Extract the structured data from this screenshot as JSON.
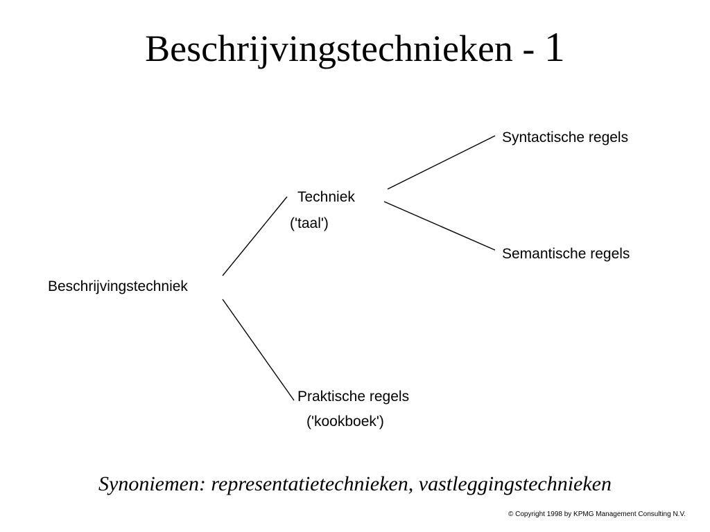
{
  "slide": {
    "title": "Beschrijvingstechnieken - ",
    "title_number": "1",
    "synonyms": "Synoniemen: representatietechnieken, vastleggingstechnieken",
    "copyright": "© Copyright 1998 by KPMG Management Consulting N.V."
  },
  "diagram": {
    "root": "Beschrijvingstechniek",
    "techniek": {
      "label": "Techniek",
      "note": "('taal')"
    },
    "syntactisch": "Syntactische regels",
    "semantisch": "Semantische regels",
    "praktisch": {
      "label": "Praktische regels",
      "note": "('kookboek')"
    }
  },
  "colors": {
    "text": "#000000",
    "background": "#ffffff",
    "lines": "#000000"
  }
}
